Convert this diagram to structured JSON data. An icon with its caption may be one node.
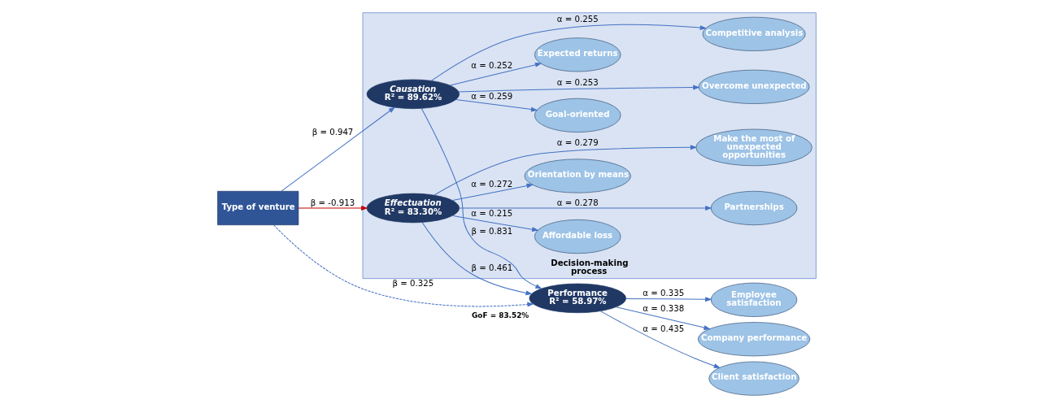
{
  "diagram": {
    "nodes": [
      {
        "text": [
          "Type of venture"
        ]
      },
      {
        "text": [
          "Decision-making process"
        ]
      },
      {
        "text": [
          "Expected returns"
        ],
        "in": 1
      },
      {
        "text": [
          "Competitive analysis"
        ],
        "in": 1
      },
      {
        "text": [
          "Goal-oriented"
        ],
        "in": 1
      },
      {
        "text": [
          "Overcome unexpected"
        ],
        "in": 1
      },
      {
        "text": [
          "Causation",
          "R² = 89.62%"
        ],
        "in": 1
      },
      {
        "text": [
          "Effectuation",
          "R² = 83.30%"
        ],
        "in": 1
      },
      {
        "text": [
          "Orientation by means"
        ],
        "in": 1
      },
      {
        "text": [
          "Make the most of unexpected opportunities"
        ],
        "in": 1
      },
      {
        "text": [
          "Affordable loss"
        ],
        "in": 1
      },
      {
        "text": [
          "Partnerships"
        ],
        "in": 1
      },
      {
        "text": [
          "Performance",
          "R² = 58.97%"
        ],
        "beside": [
          "GoF = 83.52%"
        ]
      },
      {
        "text": [
          "Client satisfaction"
        ]
      },
      {
        "text": [
          "Employee satisfaction"
        ]
      },
      {
        "text": [
          "Company performance"
        ]
      }
    ],
    "edges": [
      {
        "from": 0,
        "to": 6,
        "arrow": "to",
        "label": "β = 0.947"
      },
      {
        "from": 0,
        "to": 12,
        "arrow": "to",
        "label": "β = 0.325",
        "style": "dashed"
      },
      {
        "from": 0,
        "to": 7,
        "arrow": "to",
        "label": "β = -0.913",
        "color": "#c00000"
      },
      {
        "from": 6,
        "to": 12,
        "arrow": "to",
        "label": "β = 0.831"
      },
      {
        "from": 7,
        "to": 12,
        "arrow": "to",
        "label": "β = 0.461"
      },
      {
        "from": 6,
        "to": 4,
        "arrow": "to",
        "label": "α = 0.259"
      },
      {
        "from": 6,
        "to": 2,
        "arrow": "to",
        "label": "α = 0.252"
      },
      {
        "from": 6,
        "to": 3,
        "arrow": "to",
        "label": "α = 0.255"
      },
      {
        "from": 6,
        "to": 5,
        "arrow": "to",
        "label": "α = 0.253"
      },
      {
        "from": 7,
        "to": 8,
        "arrow": "to",
        "label": "α = 0.272"
      },
      {
        "from": 7,
        "to": 10,
        "arrow": "to",
        "label": "α = 0.215"
      },
      {
        "from": 7,
        "to": 11,
        "arrow": "to",
        "label": "α = 0.278"
      },
      {
        "from": 7,
        "to": 9,
        "arrow": "to",
        "label": "α = 0.279"
      },
      {
        "from": 12,
        "to": 13,
        "arrow": "to",
        "label": "α = 0.435"
      },
      {
        "from": 12,
        "to": 14,
        "arrow": "to",
        "label": "α = 0.335"
      },
      {
        "from": 12,
        "to": 15,
        "arrow": "to",
        "label": "α = 0.338"
      }
    ]
  }
}
